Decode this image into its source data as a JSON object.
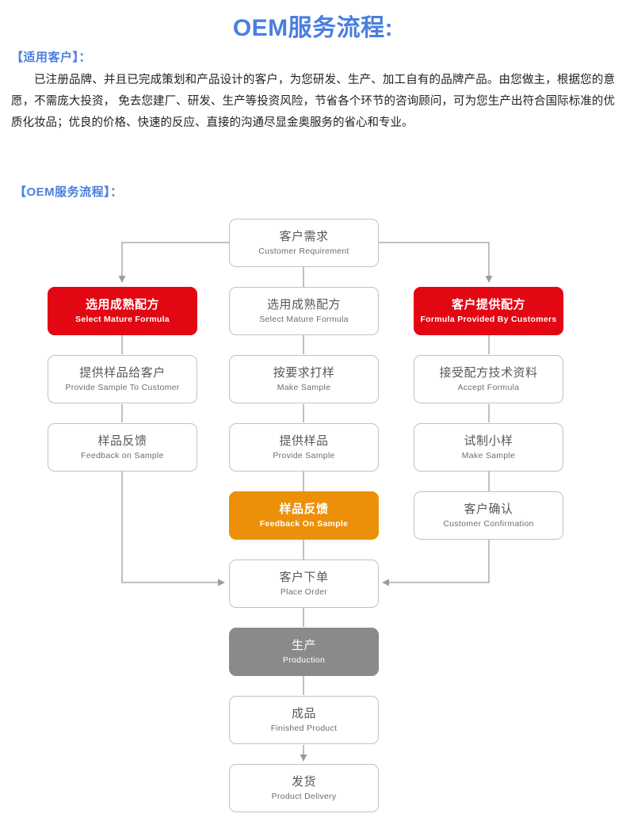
{
  "page": {
    "title": "OEM服务流程:",
    "title_color": "#4a7fe0"
  },
  "intro": {
    "heading": "【适用客户】：",
    "body": "已注册品牌、并且已完成策划和产品设计的客户，为您研发、生产、加工自有的品牌产品。由您做主，根据您的意愿，不需庞大投资， 免去您建厂、研发、生产等投资风险，节省各个环节的咨询顾问，可为您生产出符合国际标准的优质化妆品；优良的价格、快速的反应、直接的沟通尽显金奥服务的省心和专业。"
  },
  "flow": {
    "heading": "【OEM服务流程】：",
    "colors": {
      "red": "#e30613",
      "orange": "#ed9009",
      "gray": "#888a8c",
      "outline": "#bfc2c4",
      "connector": "#9a9da0"
    },
    "nodes": {
      "customer_requirement": {
        "cn": "客户需求",
        "en": "Customer Requirement"
      },
      "select_mature_formula_left": {
        "cn": "选用成熟配方",
        "en": "Select Mature Formula"
      },
      "select_mature_formula_mid": {
        "cn": "选用成熟配方",
        "en": "Select Mature Formula"
      },
      "formula_provided": {
        "cn": "客户提供配方",
        "en": "Formula Provided By Customers"
      },
      "provide_sample_to_customer": {
        "cn": "提供样品给客户",
        "en": "Provide Sample To Customer"
      },
      "make_sample_mid": {
        "cn": "按要求打样",
        "en": "Make Sample"
      },
      "accept_formula": {
        "cn": "接受配方技术资料",
        "en": "Accept Formula"
      },
      "feedback_on_sample_left": {
        "cn": "样品反馈",
        "en": "Feedback on Sample"
      },
      "provide_sample_mid": {
        "cn": "提供样品",
        "en": "Provide Sample"
      },
      "make_sample_right": {
        "cn": "试制小样",
        "en": "Make Sample"
      },
      "feedback_on_sample_mid": {
        "cn": "样品反馈",
        "en": "Feedback On Sample"
      },
      "customer_confirmation": {
        "cn": "客户确认",
        "en": "Customer Confirmation"
      },
      "place_order": {
        "cn": "客户下单",
        "en": "Place Order"
      },
      "production": {
        "cn": "生产",
        "en": "Production"
      },
      "finished_product": {
        "cn": "成品",
        "en": "Finished Product"
      },
      "product_delivery": {
        "cn": "发货",
        "en": "Product Delivery"
      }
    }
  }
}
